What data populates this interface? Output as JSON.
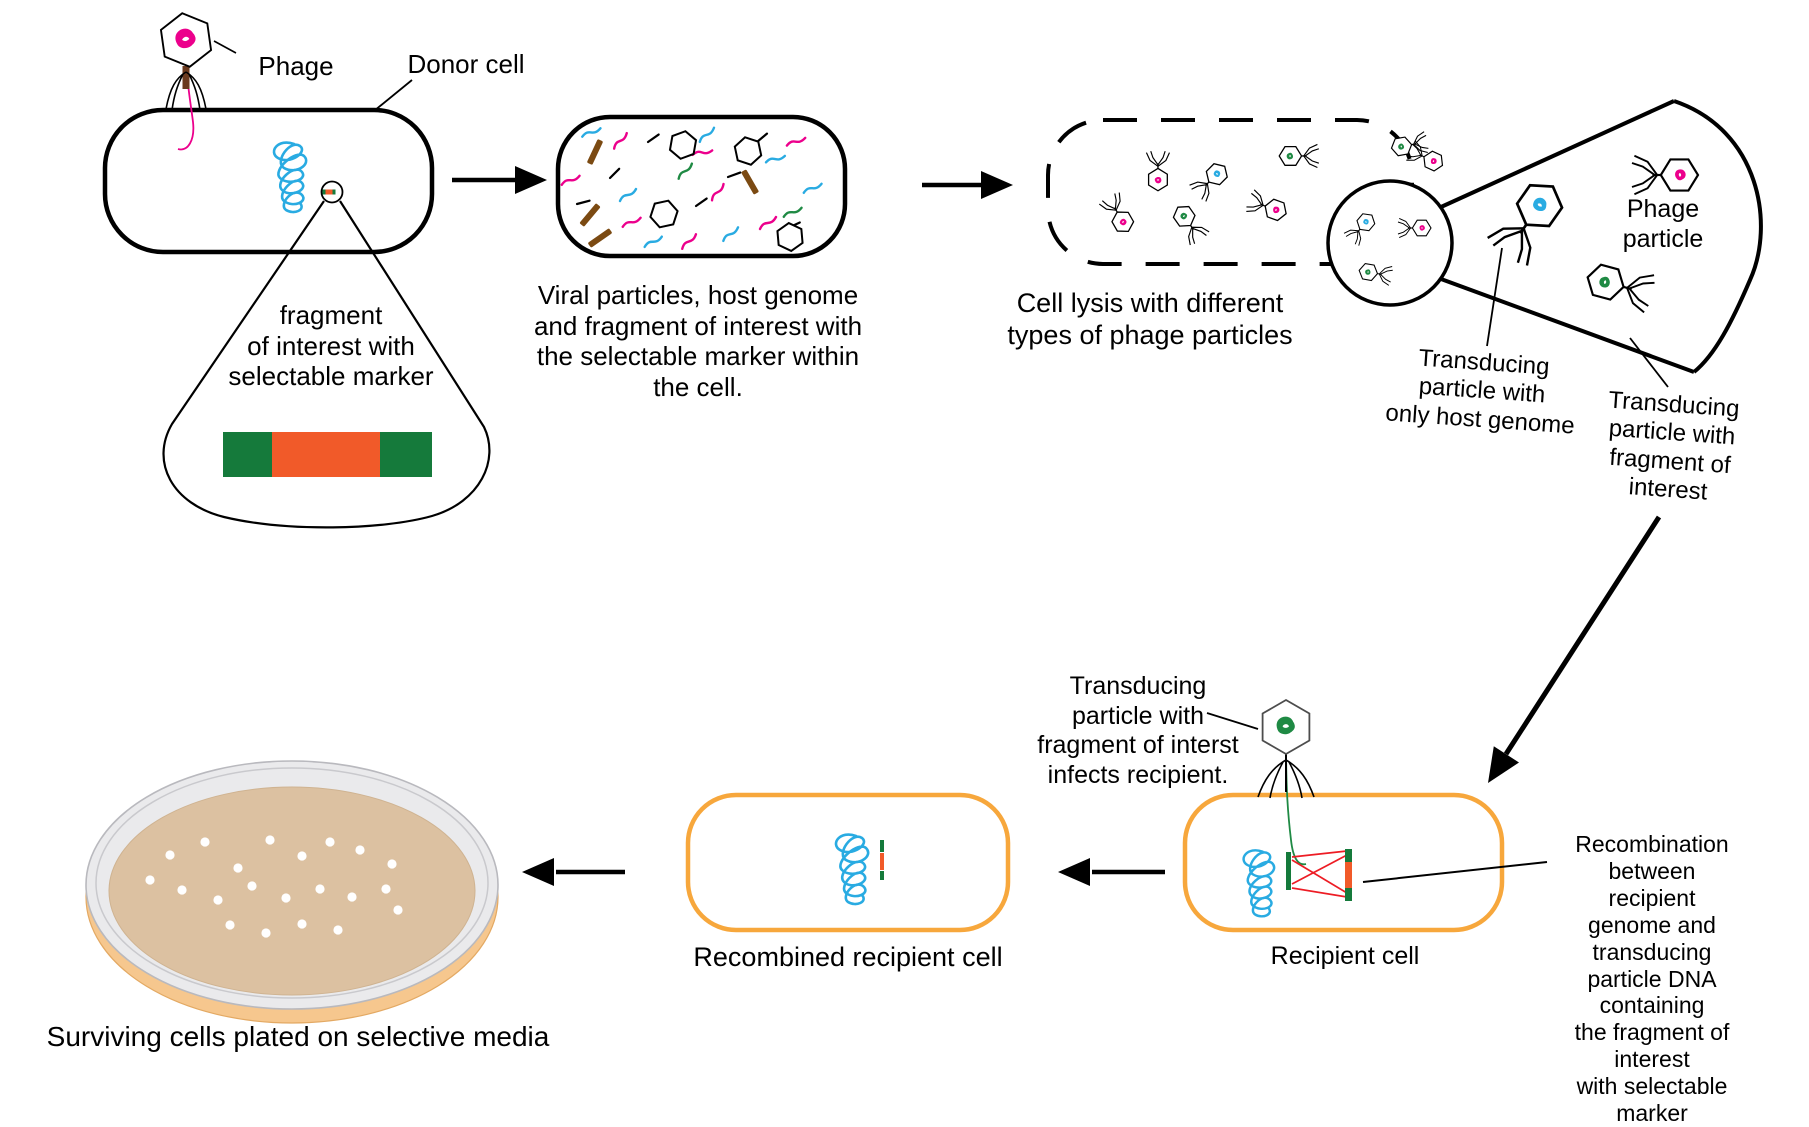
{
  "title": "Generalized transduction diagram",
  "labels": {
    "phage": "Phage",
    "donor_cell": "Donor cell",
    "fragment_callout": "fragment\nof interest with\nselectable marker",
    "viral_particles": "Viral particles, host genome\nand fragment of interest with\nthe selectable marker within\nthe cell.",
    "cell_lysis": "Cell lysis with different\ntypes of phage particles",
    "phage_particle": "Phage particle",
    "transducing_host_genome": "Transducing\nparticle with\nonly host genome",
    "transducing_fragment": "Transducing\nparticle with\nfragment of interest",
    "transducing_infects": "Transducing\nparticle with\nfragment of interst\ninfects recipient.",
    "recombination": "Recombination\nbetween recipient\ngenome and transducing\nparticle DNA containing\nthe fragment of interest\nwith selectable marker",
    "recipient_cell": "Recipient cell",
    "recombined_cell": "Recombined recipient cell",
    "surviving_cells": "Surviving cells plated on selective media"
  },
  "colors": {
    "magenta": "#EC008C",
    "cyan": "#29ABE2",
    "green": "#1F8A44",
    "dark_green": "#157A3B",
    "orange_marker": "#F15A29",
    "brown": "#7B4A12",
    "cell_orange": "#F7A73C",
    "red": "#ED1C24",
    "agar": "#DCC1A1",
    "dish_rim": "#EAEAEC",
    "dish_base": "#F6C78E"
  }
}
